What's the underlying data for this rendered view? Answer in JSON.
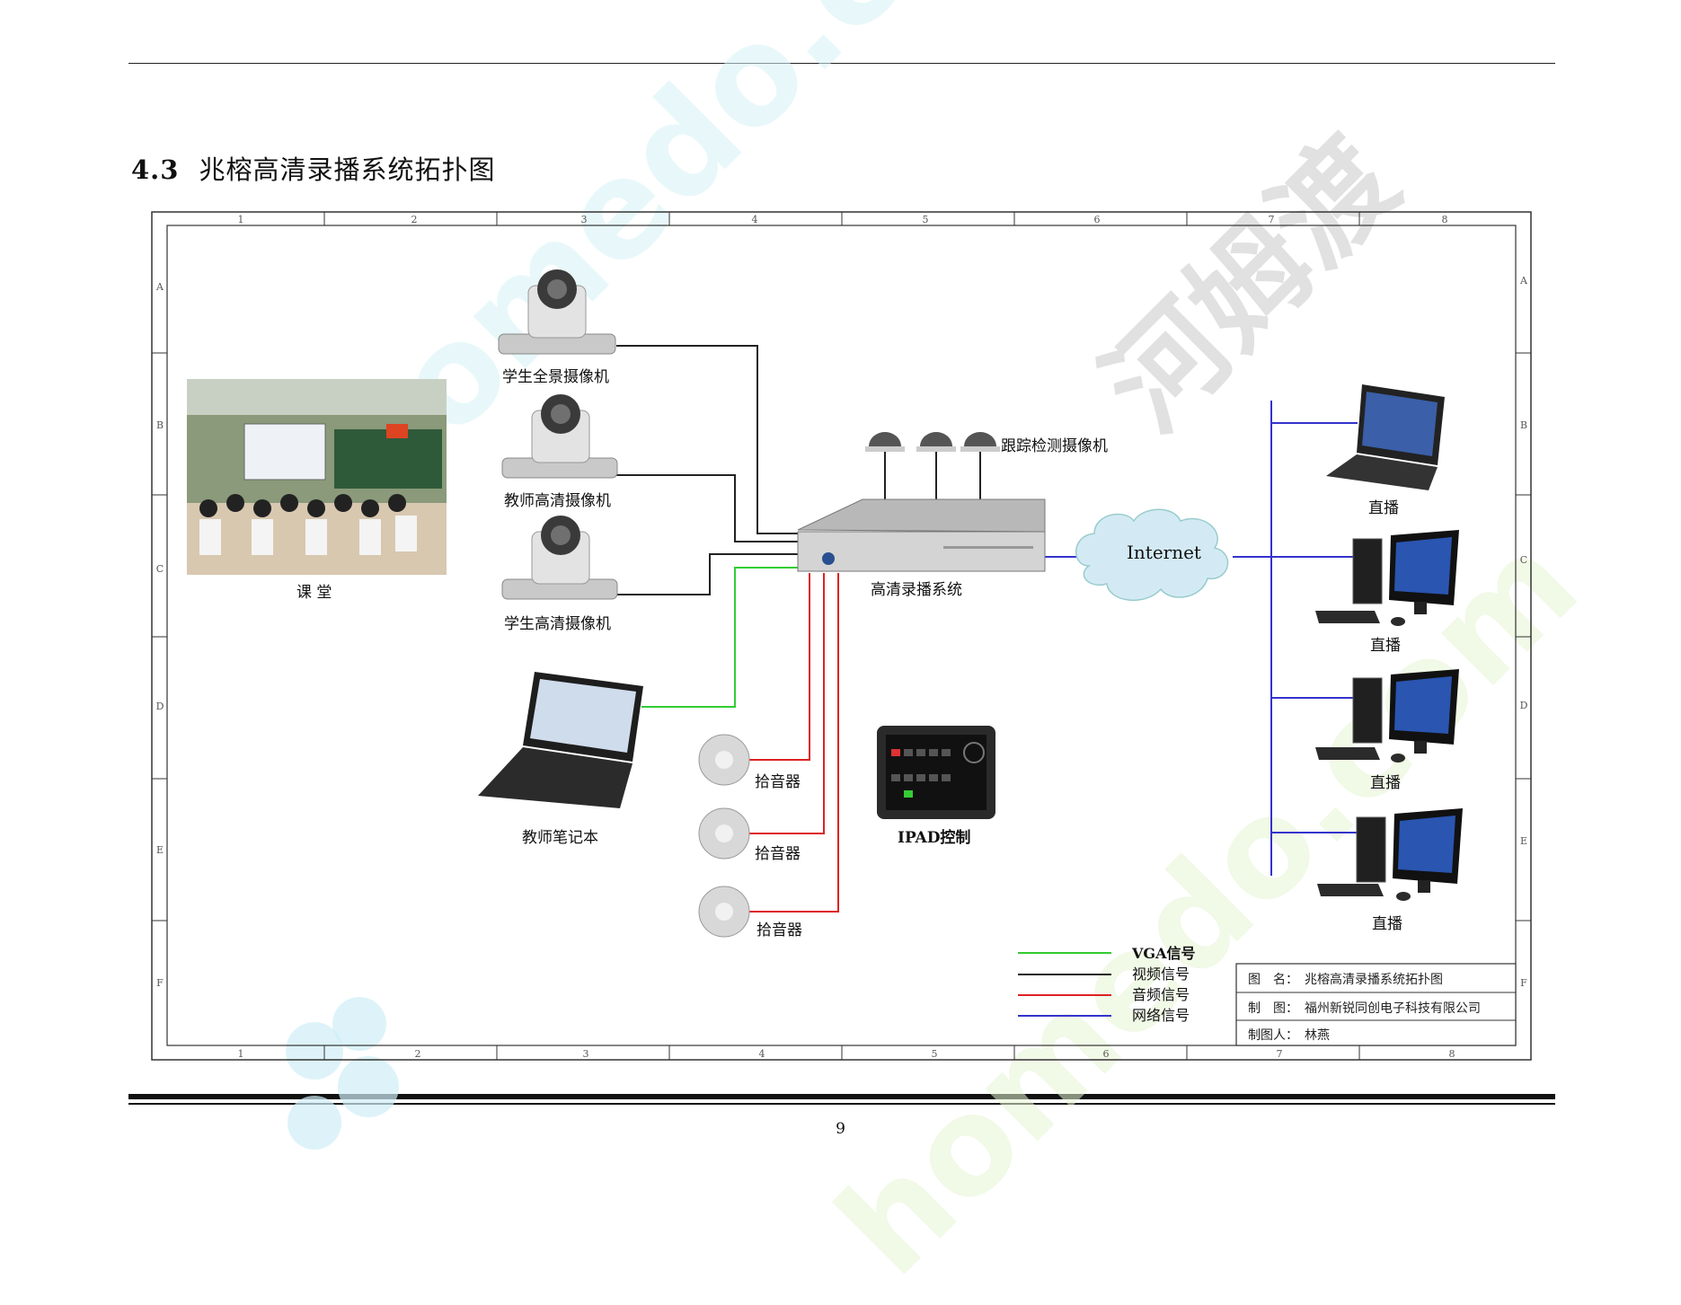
{
  "heading": {
    "number": "4.3",
    "title": "兆榕高清录播系统拓扑图"
  },
  "page_number": "9",
  "watermarks": [
    "homedo.com",
    "河姆渡"
  ],
  "frame": {
    "columns": [
      "1",
      "2",
      "3",
      "4",
      "5",
      "6",
      "7",
      "8"
    ],
    "rows": [
      "A",
      "B",
      "C",
      "D",
      "E",
      "F"
    ]
  },
  "nodes": {
    "classroom": "课 堂",
    "cam_student_panorama": "学生全景摄像机",
    "cam_teacher_hd": "教师高清摄像机",
    "cam_student_hd": "学生高清摄像机",
    "tracking_cams": "跟踪检测摄像机",
    "recorder": "高清录播系统",
    "internet": "Internet",
    "teacher_laptop": "教师笔记本",
    "mic_1": "拾音器",
    "mic_2": "拾音器",
    "mic_3": "拾音器",
    "ipad": "IPAD控制",
    "live_1": "直播",
    "live_2": "直播",
    "live_3": "直播",
    "live_4": "直播"
  },
  "legend": [
    {
      "label": "VGA信号",
      "color": "#33cc33"
    },
    {
      "label": "视频信号",
      "color": "#222222"
    },
    {
      "label": "音频信号",
      "color": "#dd2222"
    },
    {
      "label": "网络信号",
      "color": "#3333cc"
    }
  ],
  "title_block": {
    "name_label": "图　名：",
    "name_value": "兆榕高清录播系统拓扑图",
    "maker_label": "制　图：",
    "maker_value": "福州新锐同创电子科技有限公司",
    "drafter_label": "制图人：",
    "drafter_value": "林燕"
  }
}
